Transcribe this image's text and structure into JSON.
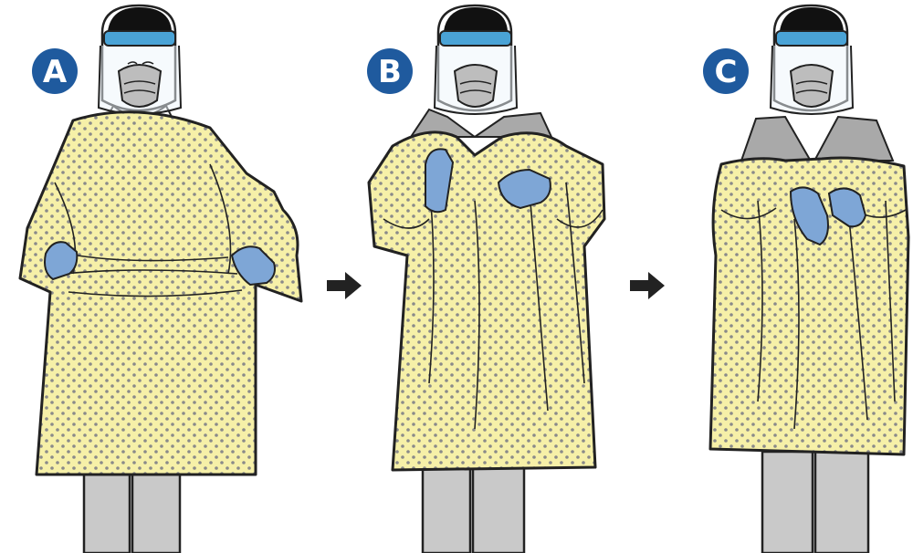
{
  "steps": [
    {
      "label": "A"
    },
    {
      "label": "B"
    },
    {
      "label": "C"
    }
  ],
  "colors": {
    "badge": "#1f5a9e",
    "gown": "#f6f0a8",
    "gown_dot": "#8a8a8a",
    "gown_shadow": "#e8df8c",
    "glove": "#7ea6d6",
    "pants": "#c9c9c9",
    "headband": "#4aa3d6",
    "outline": "#222222",
    "arrow": "#222222"
  },
  "icons": [
    "step-badge",
    "arrow-right-icon",
    "face-shield-icon",
    "respirator-mask-icon",
    "glove-icon",
    "gown-icon"
  ]
}
